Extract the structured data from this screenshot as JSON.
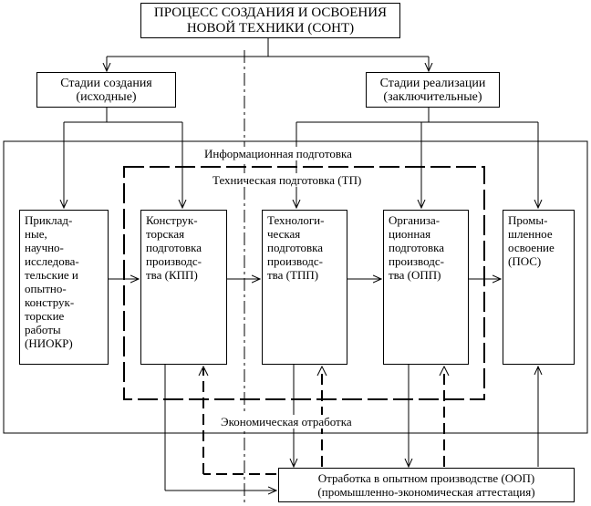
{
  "title": [
    "ПРОЦЕСС СОЗДАНИЯ И ОСВОЕНИЯ",
    "НОВОЙ ТЕХНИКИ (СОНТ)"
  ],
  "stage_creation": [
    "Стадии создания",
    "(исходные)"
  ],
  "stage_realization": [
    "Стадии реализации",
    "(заключительные)"
  ],
  "info_label": "Информационная подготовка",
  "tech_label": "Техническая подготовка (ТП)",
  "econ_label": "Экономическая   отработка",
  "columns": [
    {
      "lines": [
        "Приклад-",
        "ные,",
        "научно-",
        "исследова-",
        "тельские и",
        "опытно-",
        "конструк-",
        "торские",
        "работы",
        "(НИОКР)"
      ]
    },
    {
      "lines": [
        "Конструк-",
        "торская",
        "подготовка",
        "производс-",
        "тва (КПП)"
      ]
    },
    {
      "lines": [
        "Технологи-",
        "ческая",
        "подготовка",
        "производс-",
        "тва (ТПП)"
      ]
    },
    {
      "lines": [
        "Организа-",
        "ционная",
        "подготовка",
        "производс-",
        "тва (ОПП)"
      ]
    },
    {
      "lines": [
        "Промы-",
        "шленное",
        "освоение",
        "(ПОС)"
      ]
    }
  ],
  "oop": [
    "Отработка в опытном производстве (ООП)",
    "(промышленно-экономическая аттестация)"
  ]
}
